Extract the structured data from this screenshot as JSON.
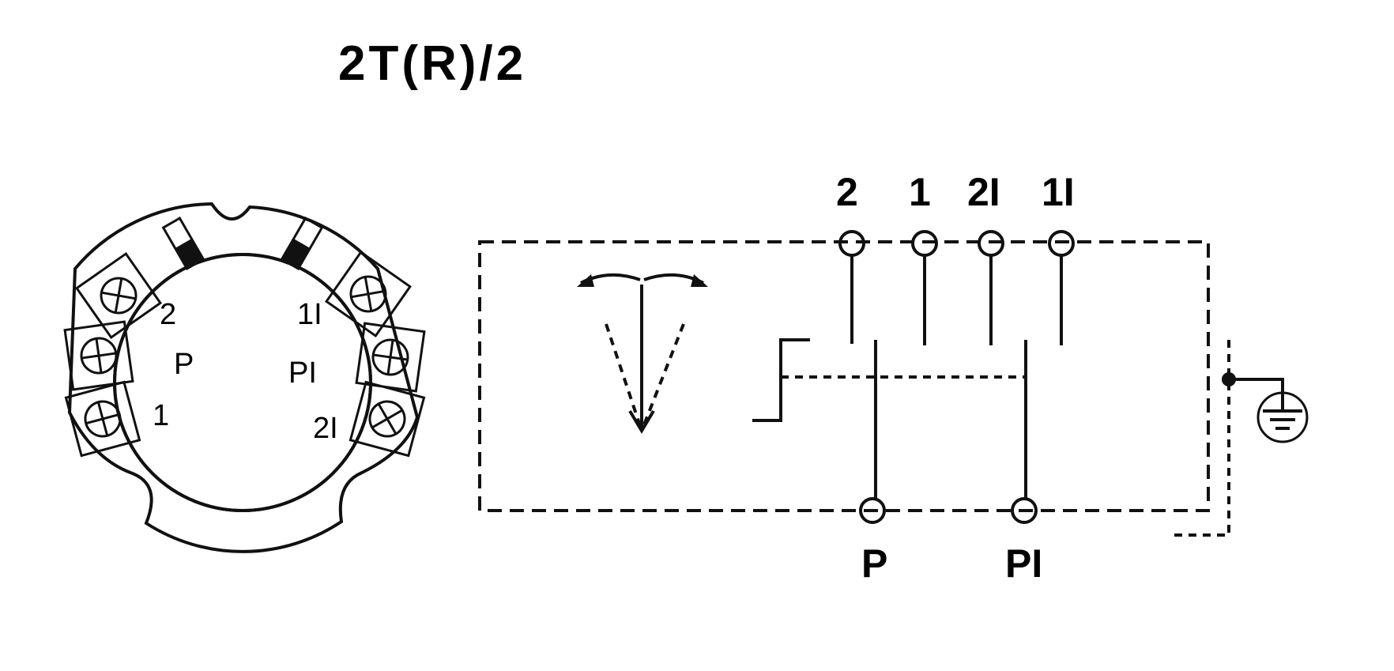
{
  "title": "2T(R)/2",
  "connector_face": {
    "labels": {
      "t2": "2",
      "tP": "P",
      "t1": "1",
      "t1I": "1I",
      "tPI": "PI",
      "t2I": "2I"
    }
  },
  "schematic": {
    "top_terminals": [
      "2",
      "1",
      "2I",
      "1I"
    ],
    "bottom_terminals": [
      "P",
      "PI"
    ]
  },
  "colors": {
    "ink": "#111111",
    "background": "#ffffff"
  }
}
